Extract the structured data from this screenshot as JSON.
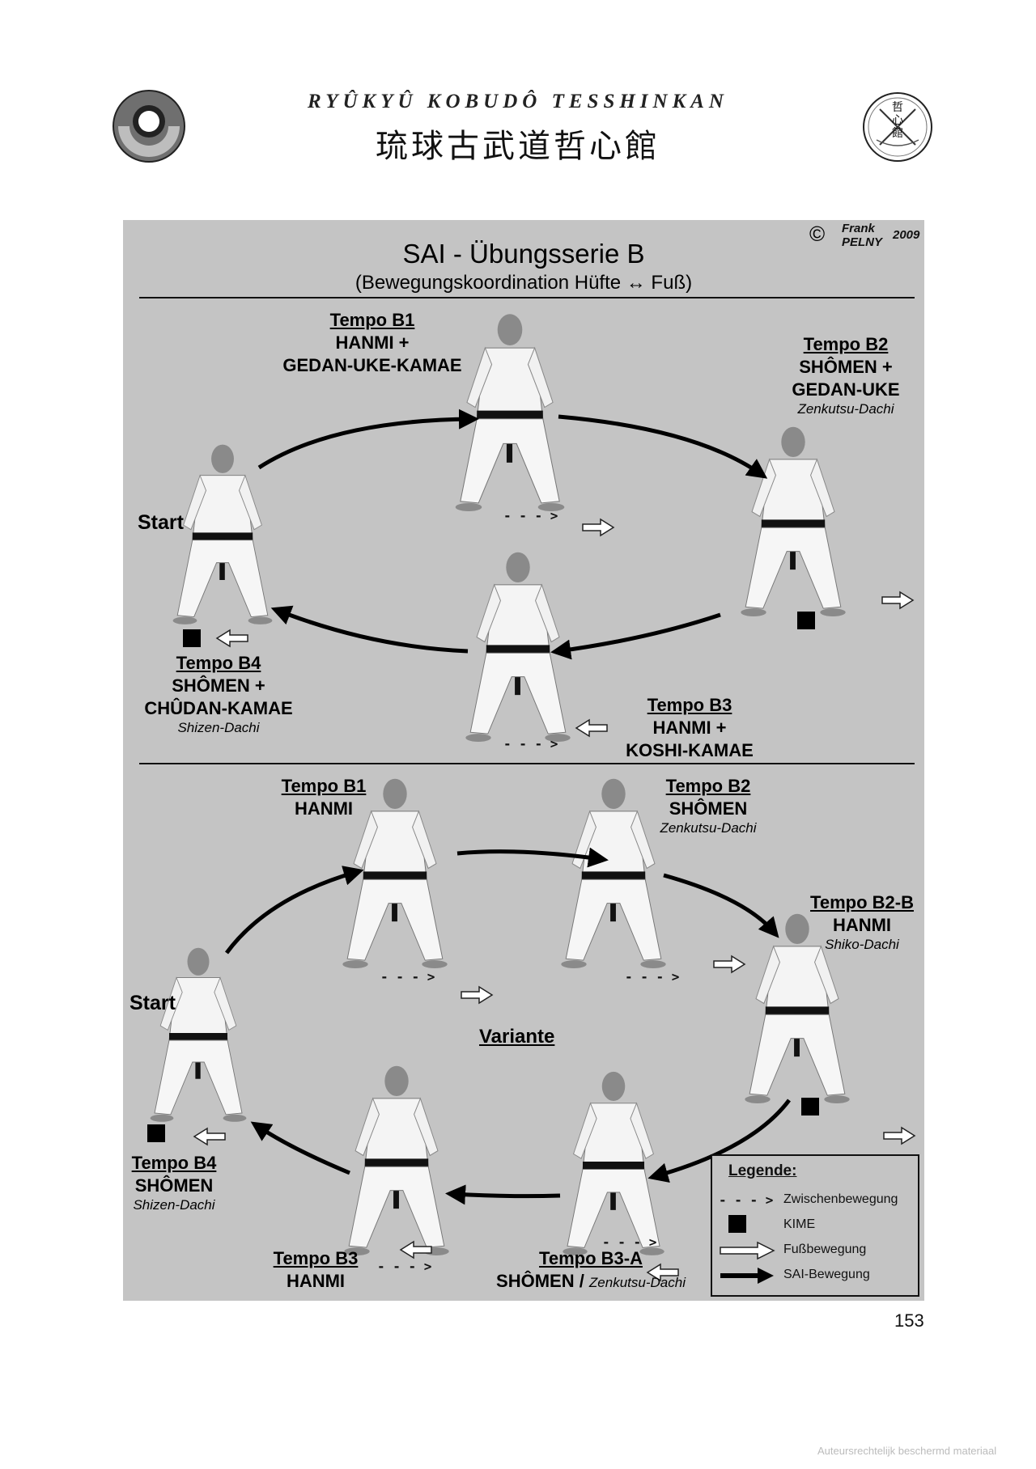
{
  "header": {
    "latin_title": "RYÛKYÛ KOBUDÔ TESSHINKAN",
    "kanji_title": "琉球古武道哲心館",
    "seal_text": "哲心館"
  },
  "panel": {
    "title": "SAI - Übungsserie B",
    "subtitle": "(Bewegungskoordination Hüfte ↔ Fuß)",
    "copyright_symbol": "©",
    "author_first": "Frank",
    "author_last": "PELNY",
    "year": "2009"
  },
  "upper": {
    "start": "Start",
    "b1": {
      "tempo": "Tempo B1",
      "line1": "HANMI +",
      "line2": "GEDAN-UKE-KAMAE"
    },
    "b2": {
      "tempo": "Tempo B2",
      "line1": "SHÔMEN +",
      "line2": "GEDAN-UKE",
      "stance": "Zenkutsu-Dachi"
    },
    "b3": {
      "tempo": "Tempo B3",
      "line1": "HANMI +",
      "line2": "KOSHI-KAMAE"
    },
    "b4": {
      "tempo": "Tempo B4",
      "line1": "SHÔMEN +",
      "line2": "CHÛDAN-KAMAE",
      "stance": "Shizen-Dachi"
    },
    "dash": "- - - >"
  },
  "lower": {
    "start": "Start",
    "variante": "Variante",
    "b1": {
      "tempo": "Tempo B1",
      "line1": "HANMI"
    },
    "b2": {
      "tempo": "Tempo B2",
      "line1": "SHÔMEN",
      "stance": "Zenkutsu-Dachi"
    },
    "b2b": {
      "tempo": "Tempo B2-B",
      "line1": "HANMI",
      "stance": "Shiko-Dachi"
    },
    "b3": {
      "tempo": "Tempo B3",
      "line1": "HANMI"
    },
    "b3a": {
      "tempo": "Tempo B3-A",
      "line1": "SHÔMEN",
      "sep": " / ",
      "stance": "Zenkutsu-Dachi"
    },
    "b4": {
      "tempo": "Tempo B4",
      "line1": "SHÔMEN",
      "stance": "Shizen-Dachi"
    },
    "dash": "- - - >"
  },
  "legend": {
    "title": "Legende:",
    "items": [
      {
        "symbol": "- - - >",
        "label": "Zwischenbewegung"
      },
      {
        "symbol": "kime-square",
        "label": "KIME"
      },
      {
        "symbol": "outline-arrow",
        "label": "Fußbewegung"
      },
      {
        "symbol": "solid-arrow",
        "label": "SAI-Bewegung"
      }
    ]
  },
  "page_number": "153",
  "watermark": "Auteursrechtelijk beschermd materiaal",
  "colors": {
    "panel": "#c4c4c4",
    "gi": "#f4f4f4",
    "belt": "#111111"
  }
}
